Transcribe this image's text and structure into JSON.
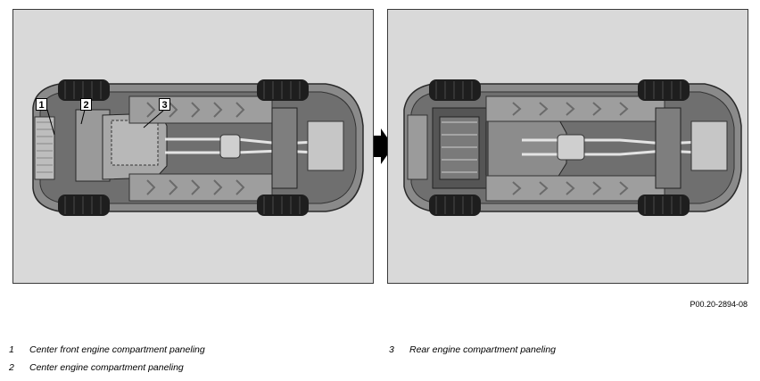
{
  "callouts": [
    "1",
    "2",
    "3"
  ],
  "reference_code": "P00.20-2894-08",
  "legend": [
    {
      "num": "1",
      "text": "Center front engine compartment paneling"
    },
    {
      "num": "2",
      "text": "Center engine compartment paneling"
    },
    {
      "num": "3",
      "text": "Rear engine compartment paneling"
    }
  ]
}
